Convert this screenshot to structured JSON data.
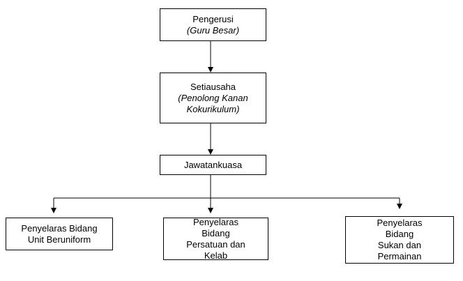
{
  "org_chart": {
    "nodes": [
      {
        "id": "pengerusi",
        "lines": [
          "Pengerusi"
        ],
        "sub_lines": [
          "(Guru Besar)"
        ]
      },
      {
        "id": "setiausaha",
        "lines": [
          "Setiausaha"
        ],
        "sub_lines": [
          "(Penolong Kanan",
          "Kokurikulum)"
        ]
      },
      {
        "id": "jawatankuasa",
        "lines": [
          "Jawatankuasa"
        ],
        "sub_lines": []
      },
      {
        "id": "unit",
        "lines": [
          "Penyelaras Bidang",
          "Unit Beruniform"
        ],
        "sub_lines": []
      },
      {
        "id": "persatuan",
        "lines": [
          "Penyelaras Bidang",
          "Persatuan dan",
          "Kelab"
        ],
        "sub_lines": []
      },
      {
        "id": "sukan",
        "lines": [
          "Penyelaras Bidang",
          "Sukan dan",
          "Permainan"
        ],
        "sub_lines": []
      }
    ],
    "edges": [
      {
        "from": "pengerusi",
        "to": "setiausaha"
      },
      {
        "from": "setiausaha",
        "to": "jawatankuasa"
      },
      {
        "from": "jawatankuasa",
        "to": "unit"
      },
      {
        "from": "jawatankuasa",
        "to": "persatuan"
      },
      {
        "from": "jawatankuasa",
        "to": "sukan"
      }
    ],
    "line_color": "#000000"
  }
}
